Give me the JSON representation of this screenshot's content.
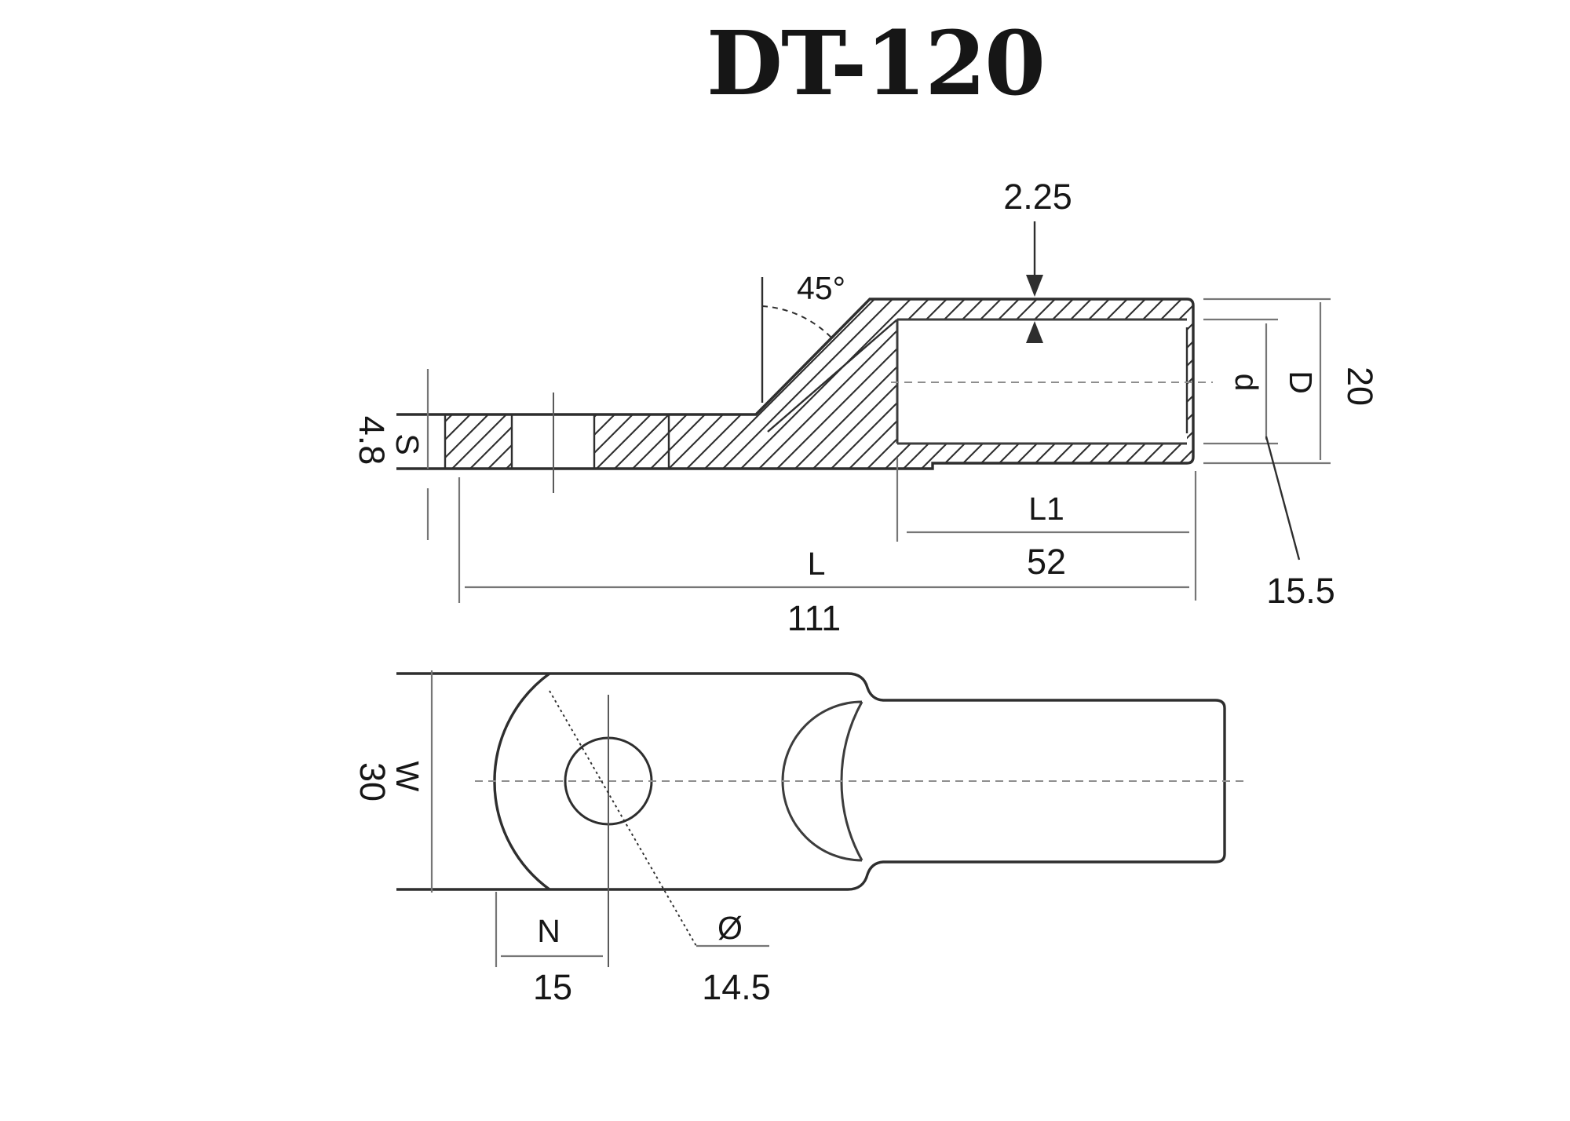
{
  "title": "DT-120",
  "side_view": {
    "wall_thickness_value": "2.25",
    "chamfer_angle": "45°",
    "palm_thickness_label": "S",
    "palm_thickness_value": "4.8",
    "bore_diameter_label": "d",
    "bore_diameter_value": "15.5",
    "outer_diameter_label": "D",
    "outer_diameter_value": "20",
    "barrel_depth_label": "L1",
    "barrel_depth_value": "52",
    "total_length_label": "L",
    "total_length_value": "111"
  },
  "top_view": {
    "palm_width_label": "W",
    "palm_width_value": "30",
    "hole_offset_label": "N",
    "hole_offset_value": "15",
    "hole_diameter_symbol": "Ø",
    "hole_diameter_value": "14.5"
  }
}
